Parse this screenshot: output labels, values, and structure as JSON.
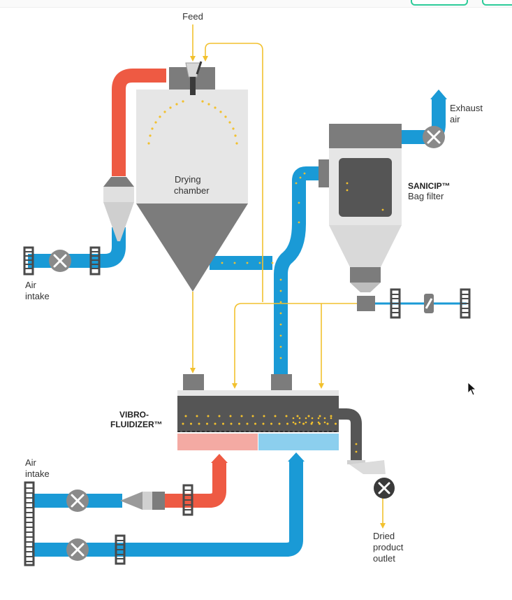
{
  "colors": {
    "hot_air": "#ee5a43",
    "cold_air": "#1a9ad6",
    "product": "#f2c12e",
    "vessel_light": "#e6e6e6",
    "vessel_dark": "#7c7c7c",
    "hot_zone": "#f4aaa3",
    "cold_zone": "#8ccfee",
    "bed": "#555555",
    "grate": "#4a4a4a"
  },
  "labels": {
    "feed": "Feed",
    "drying_chamber_line1": "Drying",
    "drying_chamber_line2": "chamber",
    "exhaust_line1": "Exhaust",
    "exhaust_line2": "air",
    "bag_filter_title": "SANICIP™",
    "bag_filter_sub": "Bag filter",
    "air_intake_top_line1": "Air",
    "air_intake_top_line2": "intake",
    "vibro_line1": "VIBRO-",
    "vibro_line2": "FLUIDIZER™",
    "air_intake_bottom_line1": "Air",
    "air_intake_bottom_line2": "intake",
    "outlet_line1": "Dried",
    "outlet_line2": "product",
    "outlet_line3": "outlet"
  },
  "icons": {
    "fan": "fan-icon",
    "grate": "air-filter-grate-icon",
    "valve": "butterfly-valve-icon",
    "cursor": "mouse-pointer-icon"
  }
}
